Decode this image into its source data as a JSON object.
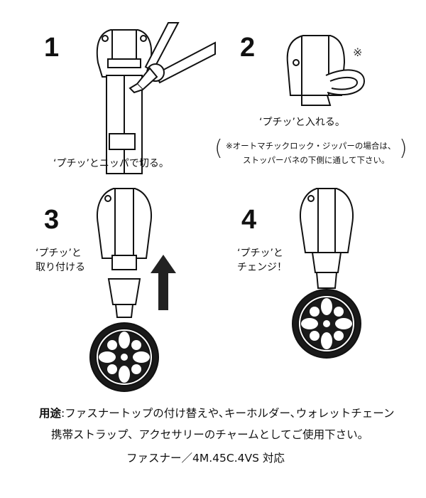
{
  "steps": [
    {
      "number": "1",
      "caption": "‘プチッ’とニッパで切る。"
    },
    {
      "number": "2",
      "caption": "‘プチッ’と入れる。",
      "mark": "※",
      "note": [
        "※オートマチックロック・ジッパーの場合は、",
        "ストッパーバネの下側に通して下さい。"
      ]
    },
    {
      "number": "3",
      "caption": [
        "‘プチッ’と",
        "取り付ける"
      ]
    },
    {
      "number": "4",
      "caption": [
        "‘プチッ’と",
        "チェンジ！"
      ]
    }
  ],
  "usage": {
    "label": "用途",
    "line1": ":ファスナートップの付け替えや､キーホルダー､ウォレットチェーン",
    "line2": "携帯ストラップ、アクセサリーのチャームとしてご使用下さい。",
    "line3": "ファスナー／4M.45C.4VS 対応"
  },
  "colors": {
    "ink": "#111111",
    "charm": "#1a1a1a",
    "arrow": "#222222"
  },
  "icons": [
    "zipper-slider-icon",
    "nipper-icon",
    "charm-medallion-icon",
    "up-arrow-icon"
  ]
}
